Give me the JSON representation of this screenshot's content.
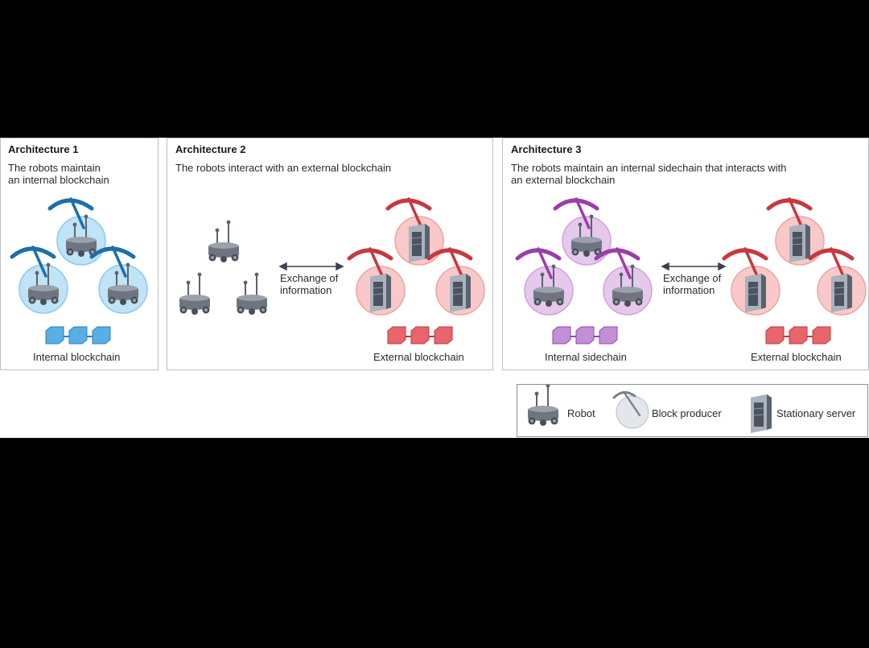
{
  "panels": [
    {
      "title": "Architecture 1",
      "description_lines": [
        "The robots maintain",
        "an internal blockchain"
      ],
      "chain_caption": "Internal blockchain"
    },
    {
      "title": "Architecture 2",
      "description_lines": [
        "The robots interact with an external blockchain"
      ],
      "exchange_lines": [
        "Exchange of",
        "information"
      ],
      "chain_caption": "External blockchain"
    },
    {
      "title": "Architecture 3",
      "description_lines": [
        "The robots maintain an internal sidechain that interacts with",
        "an external blockchain"
      ],
      "exchange_lines": [
        "Exchange of",
        "information"
      ],
      "internal_caption": "Internal sidechain",
      "chain_caption": "External blockchain"
    }
  ],
  "legend": {
    "robot": "Robot",
    "block_producer": "Block producer",
    "stationary_server": "Stationary server"
  },
  "colors": {
    "internal_chain": "#5aaee6",
    "producer_blue": "#bfe3f7",
    "pick_blue": "#1d6fa8",
    "external_chain": "#e8656b",
    "producer_red": "#f8c9c8",
    "pick_red": "#c8383f",
    "sidechain": "#c38fd6",
    "producer_purple": "#e5c8ec",
    "pick_purple": "#9a3fa8",
    "robot_gray": "#7b818c",
    "server_gray": "#8d96a3"
  }
}
